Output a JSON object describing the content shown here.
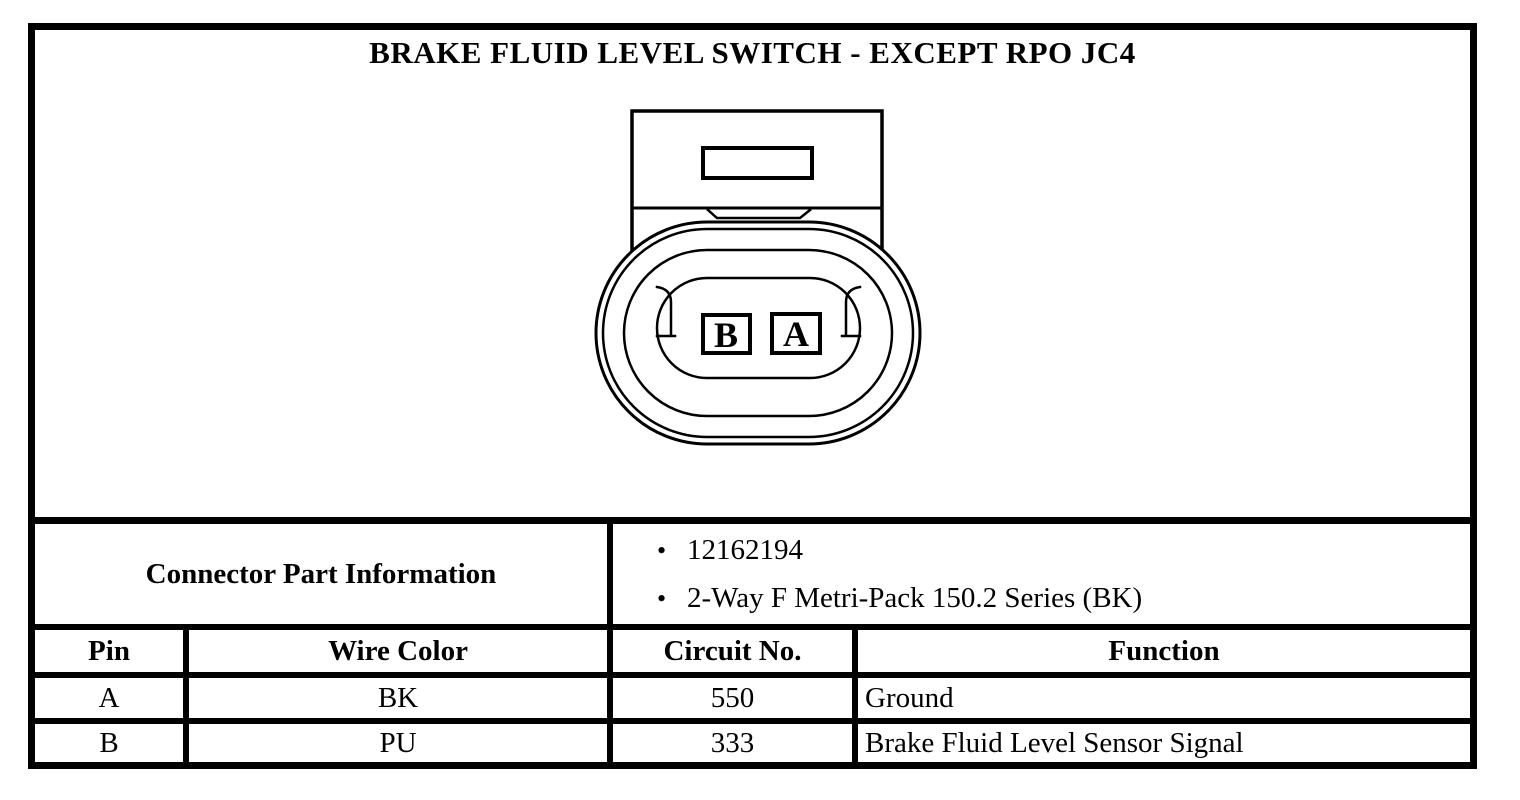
{
  "title": "BRAKE FLUID LEVEL SWITCH - EXCEPT RPO JC4",
  "diagram": {
    "description": "2-way oval connector face view with locking tab",
    "pins": [
      {
        "label": "B"
      },
      {
        "label": "A"
      }
    ]
  },
  "part_info": {
    "label": "Connector Part Information",
    "bullet": "•",
    "items": [
      "12162194",
      "2-Way F Metri-Pack 150.2 Series (BK)"
    ]
  },
  "pin_table": {
    "headers": [
      "Pin",
      "Wire Color",
      "Circuit No.",
      "Function"
    ],
    "rows": [
      {
        "pin": "A",
        "wire_color": "BK",
        "circuit_no": "550",
        "function": "Ground"
      },
      {
        "pin": "B",
        "wire_color": "PU",
        "circuit_no": "333",
        "function": "Brake Fluid Level Sensor Signal"
      }
    ]
  },
  "colors": {
    "line": "#000000",
    "background": "#ffffff"
  }
}
